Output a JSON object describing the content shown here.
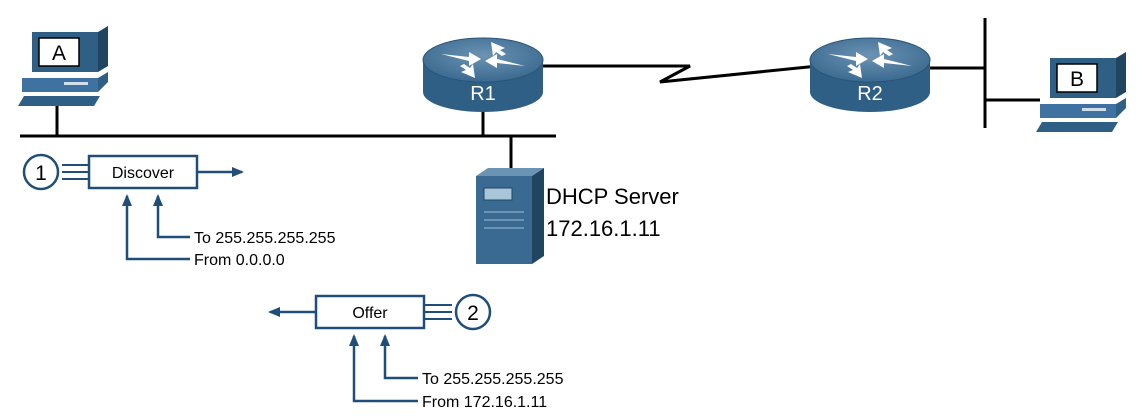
{
  "colors": {
    "device_blue": "#2f5f84",
    "device_light": "#a9c6d9",
    "arrow_blue": "#1f4e78",
    "line": "#000000"
  },
  "hosts": {
    "a": {
      "label": "A",
      "icon": "pc-icon"
    },
    "b": {
      "label": "B",
      "icon": "pc-icon"
    }
  },
  "routers": {
    "r1": {
      "label": "R1",
      "icon": "router-icon"
    },
    "r2": {
      "label": "R2",
      "icon": "router-icon"
    }
  },
  "server": {
    "icon": "server-icon",
    "title": "DHCP Server",
    "ip": "172.16.1.11"
  },
  "messages": {
    "discover": {
      "step": "1",
      "label": "Discover",
      "to": "To 255.255.255.255",
      "from": "From 0.0.0.0"
    },
    "offer": {
      "step": "2",
      "label": "Offer",
      "to": "To 255.255.255.255",
      "from": "From 172.16.1.11"
    }
  }
}
